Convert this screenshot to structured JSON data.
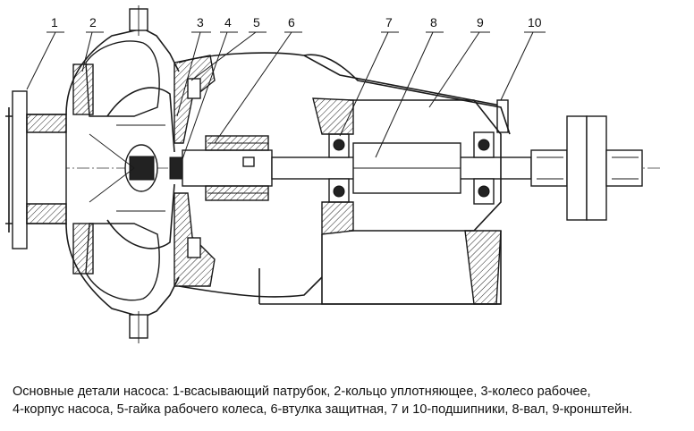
{
  "callouts": [
    {
      "number": "1",
      "part": "suction-pipe"
    },
    {
      "number": "2",
      "part": "sealing-ring"
    },
    {
      "number": "3",
      "part": "impeller"
    },
    {
      "number": "4",
      "part": "pump-casing"
    },
    {
      "number": "5",
      "part": "impeller-nut"
    },
    {
      "number": "6",
      "part": "protective-sleeve"
    },
    {
      "number": "7",
      "part": "bearing-left"
    },
    {
      "number": "8",
      "part": "shaft"
    },
    {
      "number": "9",
      "part": "bracket"
    },
    {
      "number": "10",
      "part": "bearing-right"
    }
  ],
  "caption": {
    "line1": "Основные детали насоса: 1-всасывающий патрубок, 2-кольцо уплотняющее, 3-колесо рабочее,",
    "line2": "4-корпус насоса, 5-гайка рабочего колеса, 6-втулка защитная, 7 и 10-подшипники, 8-вал, 9-кронштейн."
  }
}
